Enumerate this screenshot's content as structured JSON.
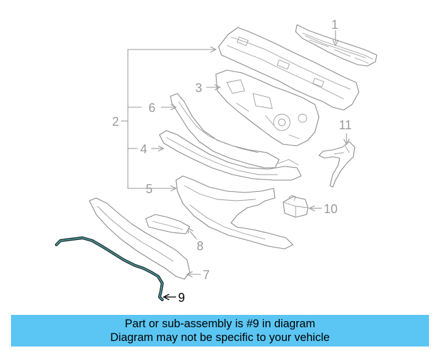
{
  "diagram": {
    "callouts": {
      "c1": "1",
      "c2": "2",
      "c3": "3",
      "c4": "4",
      "c5": "5",
      "c6": "6",
      "c7": "7",
      "c8": "8",
      "c9": "9",
      "c10": "10",
      "c11": "11"
    },
    "highlighted_part": "9",
    "colors": {
      "highlight_part": "#2e7f83",
      "parts_outline": "#8a8a8a",
      "callout_text": "#9a9a9a",
      "banner_background": "#5bc6f4"
    }
  },
  "banner": {
    "line1": "Part or sub-assembly is #9 in diagram",
    "line2": "Diagram may not be specific to your vehicle"
  }
}
